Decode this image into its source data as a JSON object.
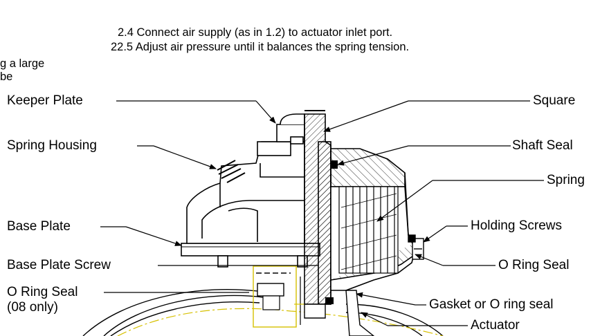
{
  "instructions": {
    "step_a": "2.4 Connect air supply (as in 1.2) to actuator inlet port.",
    "step_b": "22.5 Adjust air pressure until it balances the spring tension.",
    "cut_line_1": "g a large",
    "cut_line_2": "be"
  },
  "labels_left": {
    "keeper_plate": "Keeper Plate",
    "spring_housing": "Spring Housing",
    "base_plate": "Base Plate",
    "base_plate_screw": "Base Plate Screw",
    "o_ring_seal_08": "O Ring Seal",
    "o_ring_seal_08_note": "(08 only)"
  },
  "labels_right": {
    "square": "Square",
    "shaft_seal": "Shaft Seal",
    "spring": "Spring",
    "holding_screws": "Holding Screws",
    "o_ring_seal": "O Ring Seal",
    "gasket": "Gasket or O ring seal",
    "actuator": "Actuator"
  }
}
